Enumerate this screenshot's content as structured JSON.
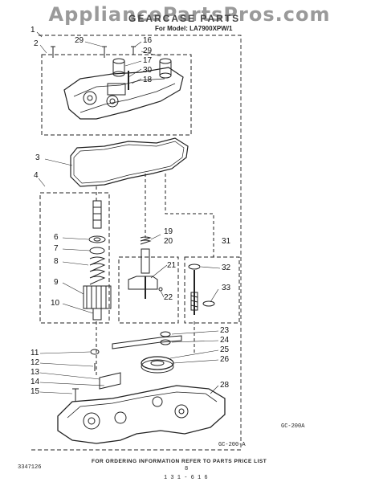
{
  "watermark": "AppliancePartsPros.com",
  "header": {
    "title": "GEARCASE PARTS",
    "model": "For Model: LA7900XPW/1"
  },
  "callouts": {
    "n1": "1",
    "n2": "2",
    "n3": "3",
    "n4": "4",
    "n6": "6",
    "n7": "7",
    "n8": "8",
    "n9": "9",
    "n10": "10",
    "n11": "11",
    "n12": "12",
    "n13": "13",
    "n14": "14",
    "n15": "15",
    "n16": "16",
    "n17": "17",
    "n18": "18",
    "n19": "19",
    "n20": "20",
    "n21": "21",
    "n22": "22",
    "n23": "23",
    "n24": "24",
    "n25": "25",
    "n26": "26",
    "n28": "28",
    "n29a": "29",
    "n29b": "29",
    "n30": "30",
    "n31": "31",
    "n32": "32",
    "n33": "33"
  },
  "codes": {
    "gc200": "GC-200-A",
    "gc200b": "GC-200A",
    "doc_number": "3347126",
    "page": "8",
    "bottom_mark": "1 3 1 - 6  1 6"
  },
  "footer": {
    "note": "FOR ORDERING INFORMATION REFER TO PARTS PRICE LIST"
  }
}
